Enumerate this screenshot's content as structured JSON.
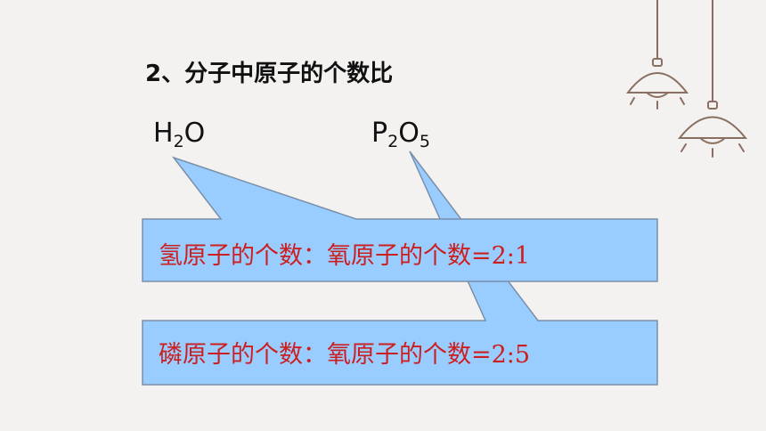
{
  "slide": {
    "heading": "2、分子中原子的个数比",
    "formula_1": {
      "p1": "H",
      "s1": "2",
      "p2": "O"
    },
    "formula_2": {
      "p1": "P",
      "s1": "2",
      "p2": "O",
      "s2": "5"
    },
    "callout_1": "氢原子的个数：氧原子的个数=2:1",
    "callout_2": "磷原子的个数：氧原子的个数=2:5"
  },
  "colors": {
    "callout_fill": "#99ccff",
    "callout_border": "#7a8fa8",
    "callout_text": "#cc1f1f",
    "lamp_line": "#8a7062"
  }
}
